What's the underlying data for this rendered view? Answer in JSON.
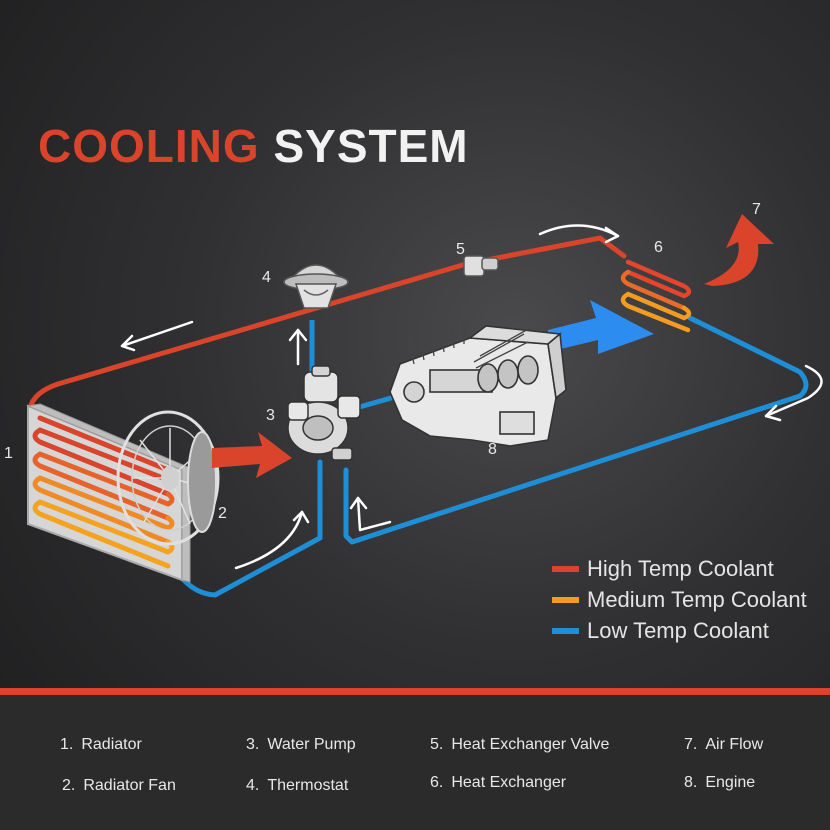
{
  "title": {
    "part1": "COOLING",
    "part2": "SYSTEM"
  },
  "markers": [
    "1",
    "2",
    "3",
    "4",
    "5",
    "6",
    "7",
    "8"
  ],
  "legend": [
    {
      "label": "High Temp Coolant",
      "color": "#d9442b"
    },
    {
      "label": "Medium Temp Coolant",
      "color": "#f39c1f"
    },
    {
      "label": "Low Temp Coolant",
      "color": "#1e8fd6"
    }
  ],
  "footer": [
    {
      "num": "1.",
      "label": "Radiator"
    },
    {
      "num": "2.",
      "label": "Radiator Fan"
    },
    {
      "num": "3.",
      "label": "Water Pump"
    },
    {
      "num": "4.",
      "label": "Thermostat"
    },
    {
      "num": "5.",
      "label": "Heat Exchanger Valve"
    },
    {
      "num": "6.",
      "label": "Heat Exchanger"
    },
    {
      "num": "7.",
      "label": "Air Flow"
    },
    {
      "num": "8.",
      "label": "Engine"
    }
  ],
  "colors": {
    "hot": "#d9442b",
    "medium": "#f39c1f",
    "cool": "#1e8fd6",
    "airflow": "#2d8cf0"
  }
}
